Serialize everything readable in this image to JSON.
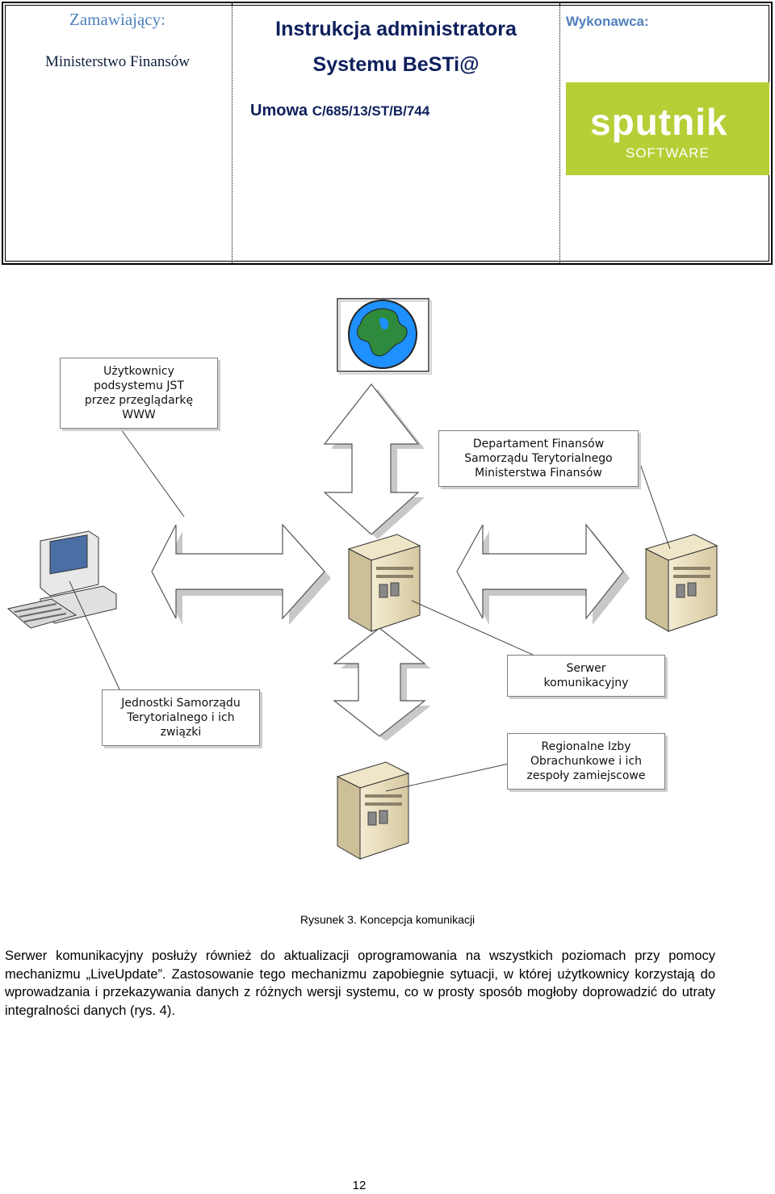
{
  "header": {
    "client_title": "Zamawiający:",
    "client_name": "Ministerstwo Finansów",
    "doc_title_line1": "Instrukcja administratora",
    "doc_title_line2": "Systemu BeSTi@",
    "contract_prefix": "Umowa",
    "contract_number": "C/685/13/ST/B/744",
    "vendor_title": "Wykonawca:",
    "vendor_logo_word": "sputnik",
    "vendor_logo_sub": "SOFTWARE",
    "logo_color": "#b5cf36",
    "title_color": "#0d1f5c",
    "accent_color": "#4f81bd"
  },
  "diagram": {
    "labels": {
      "users_www": [
        "Użytkownicy",
        "podsystemu JST",
        "przez przeglądarkę",
        "WWW"
      ],
      "department": [
        "Departament Finansów",
        "Samorządu Terytorialnego",
        "Ministerstwa Finansów"
      ],
      "comm_server": [
        "Serwer",
        "komunikacyjny"
      ],
      "jst_units": [
        "Jednostki Samorządu",
        "Terytorialnego i ich",
        "związki"
      ],
      "rio": [
        "Regionalne Izby",
        "Obrachunkowe i ich",
        "zespoły zamiejscowe"
      ]
    },
    "icons": [
      "globe-icon",
      "workstation-icon",
      "server-icon",
      "server-icon",
      "server-icon"
    ]
  },
  "caption": "Rysunek 3. Koncepcja komunikacji",
  "body_text": "Serwer komunikacyjny posłuży również do aktualizacji oprogramowania na wszystkich poziomach przy pomocy mechanizmu „LiveUpdate”. Zastosowanie tego mechanizmu zapobiegnie sytuacji, w której użytkownicy korzystają do wprowadzania i przekazywania danych z różnych wersji systemu, co w prosty sposób mogłoby doprowadzić do utraty integralności danych (rys. 4).",
  "page_number": "12"
}
